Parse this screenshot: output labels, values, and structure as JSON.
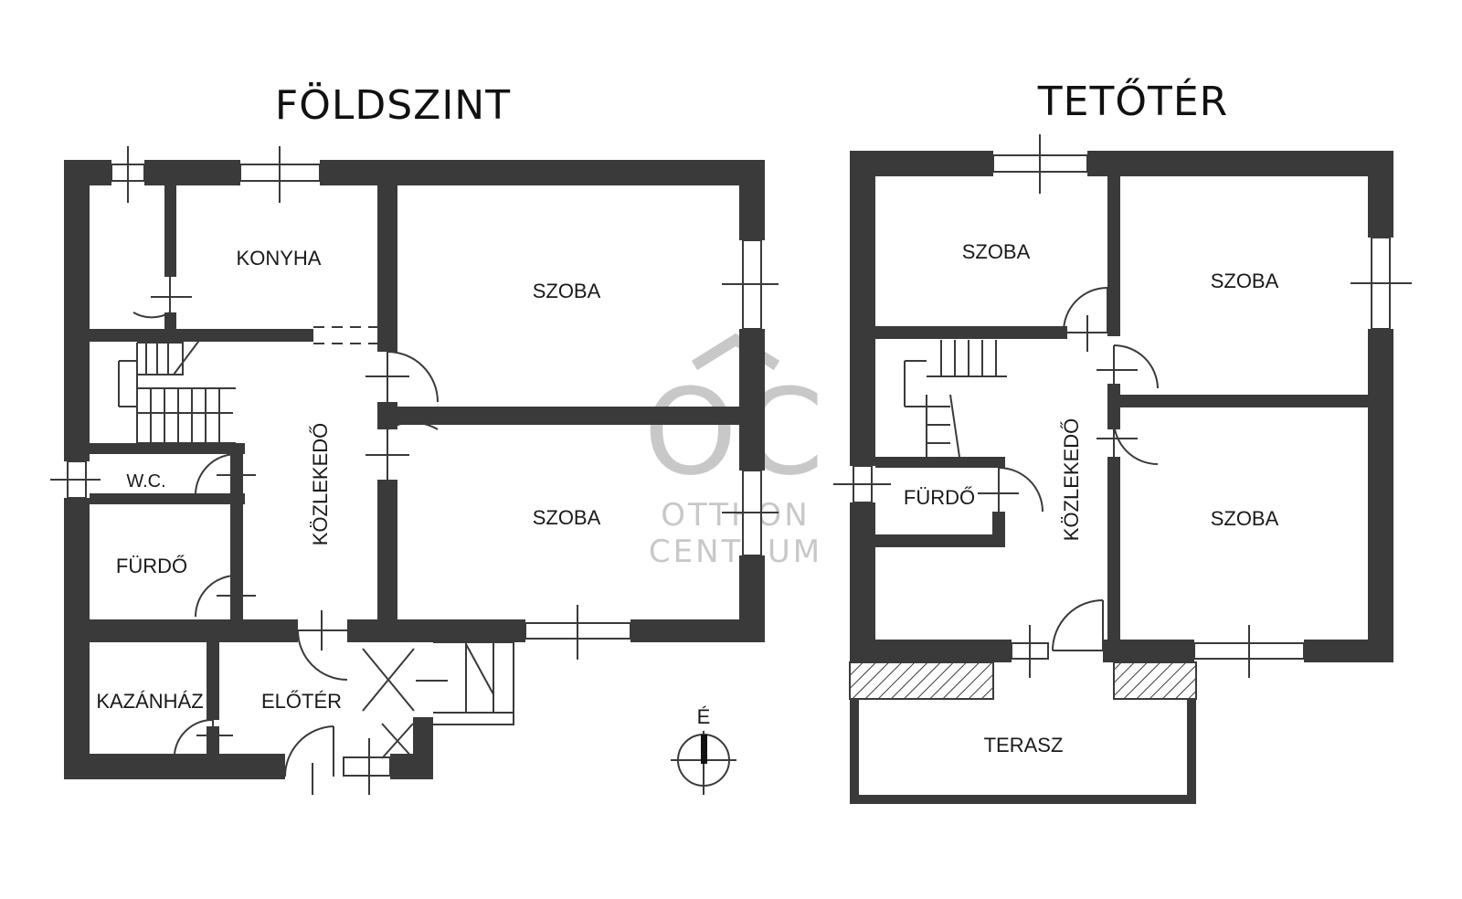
{
  "floors": {
    "ground": {
      "title": "FÖLDSZINT",
      "rooms": {
        "konyha": "KONYHA",
        "szoba_top": "SZOBA",
        "szoba_bottom": "SZOBA",
        "wc": "W.C.",
        "furdo": "FÜRDŐ",
        "kozlekedo": "KÖZLEKEDŐ",
        "kazanhaz": "KAZÁNHÁZ",
        "eloter": "ELŐTÉR"
      }
    },
    "attic": {
      "title": "TETŐTÉR",
      "rooms": {
        "szoba_top_left": "SZOBA",
        "szoba_top_right": "SZOBA",
        "szoba_bottom_right": "SZOBA",
        "furdo": "FÜRDŐ",
        "kozlekedo": "KÖZLEKEDŐ",
        "terasz": "TERASZ"
      }
    }
  },
  "compass": {
    "label": "É"
  },
  "watermark": {
    "monogram": "OC",
    "line1": "OTTHON",
    "line2": "CENTRUM"
  },
  "colors": {
    "wall": "#3a3a3a",
    "watermark": "#c8c8c8"
  }
}
